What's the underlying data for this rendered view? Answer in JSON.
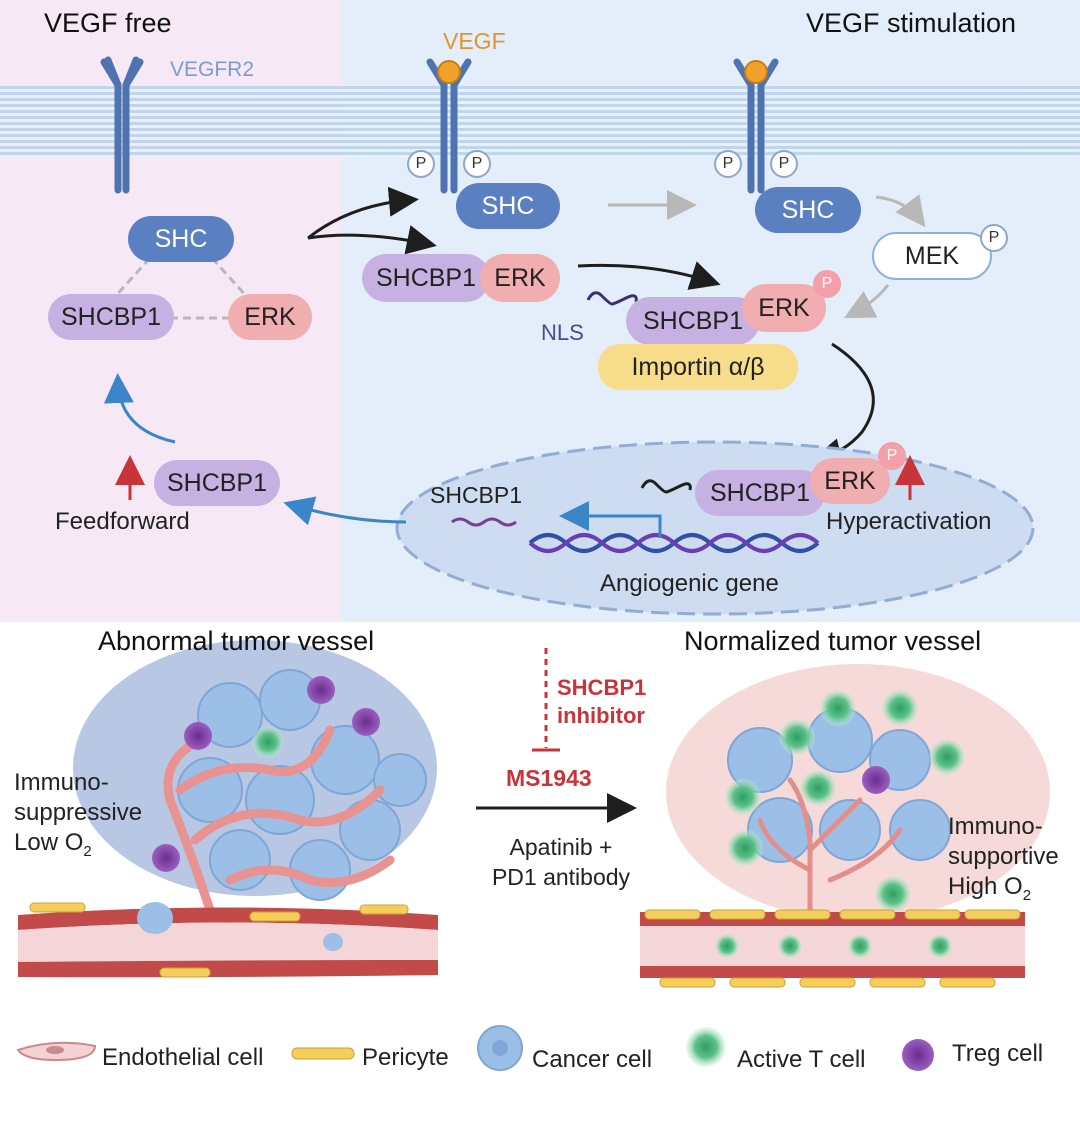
{
  "top": {
    "left_title": "VEGF free",
    "right_title": "VEGF stimulation",
    "receptor_label": "VEGFR2",
    "ligand_label": "VEGF",
    "phospho": "P",
    "shc": "SHC",
    "shcbp1": "SHCBP1",
    "erk": "ERK",
    "mek": "MEK",
    "nls": "NLS",
    "importin": "Importin α/β",
    "feedforward": "Feedforward",
    "hyperactivation": "Hyperactivation",
    "angiogenic_gene": "Angiogenic gene",
    "mrna_label": "SHCBP1"
  },
  "bottom": {
    "left_title": "Abnormal tumor vessel",
    "right_title": "Normalized tumor vessel",
    "left_state_1": "Immuno-",
    "left_state_2": "suppressive",
    "left_state_3": "Low O",
    "left_state_3_sub": "2",
    "right_state_1": "Immuno-",
    "right_state_2": "supportive",
    "right_state_3": "High O",
    "right_state_3_sub": "2",
    "inhibitor_1": "SHCBP1",
    "inhibitor_2": "inhibitor",
    "drug": "MS1943",
    "treatment_1": "Apatinib +",
    "treatment_2": "PD1 antibody"
  },
  "legend": {
    "endothelial": "Endothelial cell",
    "pericyte": "Pericyte",
    "cancer": "Cancer cell",
    "t_cell": "Active T cell",
    "treg": "Treg cell"
  },
  "colors": {
    "shc": "#5b80c2",
    "shcbp1": "#c7b1e3",
    "erk": "#f0aeb1",
    "importin": "#f7dc8a",
    "inhibitor_red": "#c8343a",
    "arrow_blue": "#3a86c8"
  }
}
